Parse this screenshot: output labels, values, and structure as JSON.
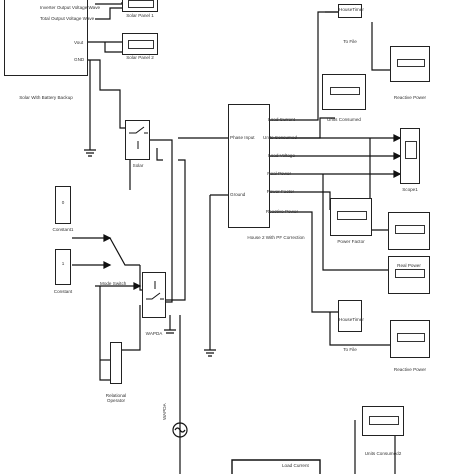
{
  "colors": {
    "wire": "#111111",
    "block_border": "#222222",
    "text": "#333333",
    "background": "#ffffff"
  },
  "subsystem_battery": {
    "name": "Solar With Battery Backup",
    "ports": [
      "Inverter Output Voltage Wave",
      "Total Output Voltage Wave",
      "Vout",
      "GND"
    ]
  },
  "displays": {
    "solar_panel_1": "Solar Panel 1",
    "solar_panel_2": "Solar Panel 2",
    "units_consumed": "Units Consumed",
    "power_factor": "Power Factor",
    "real_power": "Real Power",
    "reactive_power_top": "Reactive Power",
    "reactive_power_bottom": "Reactive Power",
    "units_consumed_bottom": "Units Consumed2"
  },
  "house_timer_top": {
    "name": "HouseTimer",
    "to_file": "To File"
  },
  "house_timer_bottom": {
    "name": "HouseTimer",
    "to_file": "To File"
  },
  "house_subsystem": {
    "name": "House 2 With PF Correction",
    "inputs": [
      "Phase Input",
      "Ground"
    ],
    "outputs": [
      "Load Current",
      "Units Consumed",
      "Load Voltage",
      "Real Power",
      "Power Factor",
      "Reactive Power"
    ]
  },
  "scope": {
    "name": "Scope1"
  },
  "solar_switch": {
    "name": "Solar"
  },
  "wapda_switch": {
    "name": "WAPDA"
  },
  "constant1": {
    "value": "0",
    "name": "Constant1"
  },
  "constant": {
    "value": "1",
    "name": "Constant"
  },
  "mode_label": "Mode Switch",
  "relational": {
    "name": "Relational Operator"
  },
  "wapda_source": {
    "name": "WAPDA"
  },
  "bottom_block": {
    "port": "Load Current"
  }
}
